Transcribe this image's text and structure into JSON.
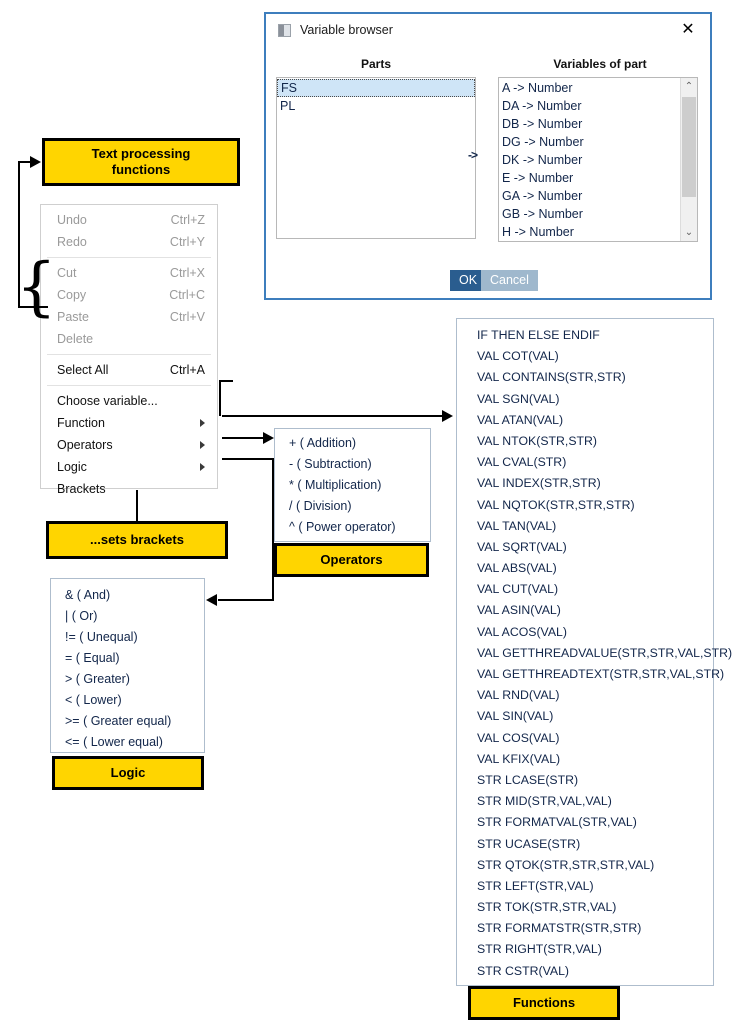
{
  "dialog": {
    "title": "Variable browser",
    "icon": "window-icon",
    "close_icon": "✕",
    "parts_header": "Parts",
    "variables_header": "Variables of part",
    "transfer_arrow": "->",
    "parts": [
      {
        "label": "FS",
        "selected": true
      },
      {
        "label": "PL",
        "selected": false
      }
    ],
    "variables": [
      "A -> Number",
      "DA -> Number",
      "DB -> Number",
      "DG -> Number",
      "DK -> Number",
      "E -> Number",
      "GA -> Number",
      "GB -> Number",
      "H -> Number"
    ],
    "scroll_up_icon": "⌃",
    "scroll_down_icon": "⌄",
    "ok_label": "OK",
    "cancel_label": "Cancel",
    "ok_color": "#2a5d8f",
    "cancel_color": "#9fb8cd",
    "border_color": "#3d7ebd"
  },
  "context_menu": {
    "groups": [
      [
        {
          "label": "Undo",
          "accel": "Ctrl+Z",
          "disabled": true,
          "submenu": false
        },
        {
          "label": "Redo",
          "accel": "Ctrl+Y",
          "disabled": true,
          "submenu": false
        }
      ],
      [
        {
          "label": "Cut",
          "accel": "Ctrl+X",
          "disabled": true,
          "submenu": false
        },
        {
          "label": "Copy",
          "accel": "Ctrl+C",
          "disabled": true,
          "submenu": false
        },
        {
          "label": "Paste",
          "accel": "Ctrl+V",
          "disabled": true,
          "submenu": false
        },
        {
          "label": "Delete",
          "accel": "",
          "disabled": true,
          "submenu": false
        }
      ],
      [
        {
          "label": "Select All",
          "accel": "Ctrl+A",
          "disabled": false,
          "submenu": false
        }
      ],
      [
        {
          "label": "Choose variable...",
          "accel": "",
          "disabled": false,
          "submenu": false
        },
        {
          "label": "Function",
          "accel": "",
          "disabled": false,
          "submenu": true
        },
        {
          "label": "Operators",
          "accel": "",
          "disabled": false,
          "submenu": true
        },
        {
          "label": "Logic",
          "accel": "",
          "disabled": false,
          "submenu": true
        },
        {
          "label": "Brackets",
          "accel": "",
          "disabled": false,
          "submenu": false
        }
      ]
    ]
  },
  "operators_panel": {
    "items": [
      "+ ( Addition)",
      "- ( Subtraction)",
      "* ( Multiplication)",
      "/ ( Division)",
      "^ ( Power operator)"
    ]
  },
  "logic_panel": {
    "items": [
      "& ( And)",
      "| ( Or)",
      "!= ( Unequal)",
      "= ( Equal)",
      "> ( Greater)",
      "< ( Lower)",
      ">= ( Greater equal)",
      "<= ( Lower equal)"
    ]
  },
  "functions_panel": {
    "items": [
      "IF THEN ELSE ENDIF",
      "VAL COT(VAL)",
      "VAL CONTAINS(STR,STR)",
      "VAL SGN(VAL)",
      "VAL ATAN(VAL)",
      "VAL NTOK(STR,STR)",
      "VAL CVAL(STR)",
      "VAL INDEX(STR,STR)",
      "VAL NQTOK(STR,STR,STR)",
      "VAL TAN(VAL)",
      "VAL SQRT(VAL)",
      "VAL ABS(VAL)",
      "VAL CUT(VAL)",
      "VAL ASIN(VAL)",
      "VAL ACOS(VAL)",
      "VAL GETTHREADVALUE(STR,STR,VAL,STR)",
      "VAL GETTHREADTEXT(STR,STR,VAL,STR)",
      "VAL RND(VAL)",
      "VAL SIN(VAL)",
      "VAL COS(VAL)",
      "VAL KFIX(VAL)",
      "STR LCASE(STR)",
      "STR MID(STR,VAL,VAL)",
      "STR FORMATVAL(STR,VAL)",
      "STR UCASE(STR)",
      "STR QTOK(STR,STR,STR,VAL)",
      "STR LEFT(STR,VAL)",
      "STR TOK(STR,STR,VAL)",
      "STR FORMATSTR(STR,STR)",
      "STR RIGHT(STR,VAL)",
      "STR CSTR(VAL)"
    ]
  },
  "callouts": {
    "text_processing": "Text processing\nfunctions",
    "sets_brackets": "...sets brackets",
    "operators": "Operators",
    "logic": "Logic",
    "functions": "Functions",
    "fill_color": "#FFD500"
  }
}
